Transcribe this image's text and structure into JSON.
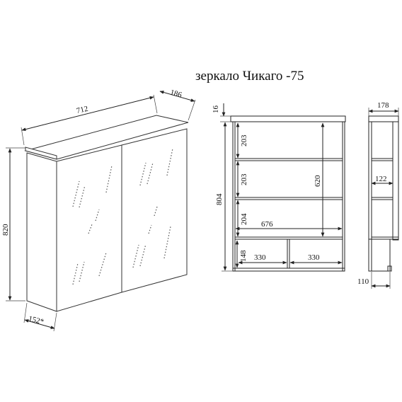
{
  "title": "зеркало Чикаго -75",
  "iso_view": {
    "width": "712",
    "depth_top": "186",
    "height": "820",
    "depth_bottom": "152*"
  },
  "front_view": {
    "top_board": "16",
    "shelf_1": "203",
    "shelf_2": "203",
    "shelf_3": "204",
    "total_height": "804",
    "inner_height": "620",
    "inner_width": "676",
    "bottom_height": "148",
    "bottom_left_width": "330",
    "bottom_right_width": "330"
  },
  "side_view": {
    "top_depth": "178",
    "inner_depth": "122",
    "bottom_depth": "110"
  }
}
